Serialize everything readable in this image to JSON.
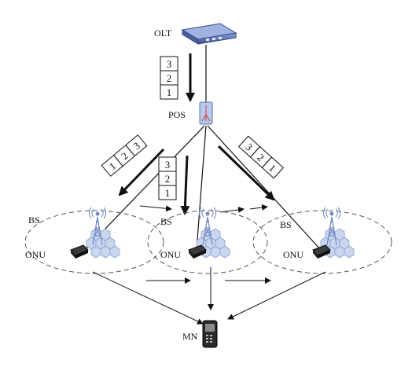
{
  "labels": {
    "olt": "OLT",
    "pos": "POS",
    "bs": "BS",
    "onu": "ONU",
    "mn": "MN"
  },
  "packets": {
    "olt_stack": [
      "3",
      "2",
      "1"
    ],
    "left_stack": [
      "1",
      "2",
      "3"
    ],
    "center_stack": [
      "3",
      "2",
      "1"
    ],
    "right_stack": [
      "3",
      "2",
      "1"
    ]
  },
  "colors": {
    "line": "#111111",
    "olt_body": "#5a6fae",
    "hex_fill": "#c9d6ee",
    "tower": "#6f86c2"
  },
  "icons": [
    "olt-device-icon",
    "splitter-icon",
    "antenna-tower-icon",
    "onu-device-icon",
    "mobile-phone-icon"
  ]
}
